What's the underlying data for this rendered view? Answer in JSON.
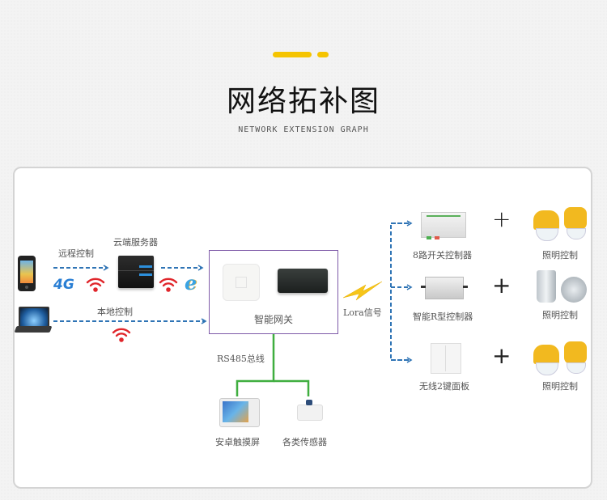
{
  "header": {
    "title": "网络拓补图",
    "subtitle": "NETWORK EXTENSION GRAPH",
    "accent_color": "#f5c400"
  },
  "left": {
    "phone_icon": "smartphone-icon",
    "laptop_icon": "laptop-icon",
    "remote_label": "远程控制",
    "cloud_label": "云端服务器",
    "local_label": "本地控制",
    "badge_4g": "4G",
    "ie_letter": "e"
  },
  "gateway": {
    "label": "智能网关",
    "border_color": "#7e5aa8"
  },
  "lora": {
    "label": "Lora信号"
  },
  "bus": {
    "label": "RS485总线",
    "color": "#3fae3f",
    "devices": [
      {
        "label": "安卓触摸屏",
        "icon": "touch-screen-icon"
      },
      {
        "label": "各类传感器",
        "icon": "sensor-icon"
      }
    ]
  },
  "controllers": [
    {
      "label": "8路开关控制器",
      "icon": "switch-controller-icon",
      "plus": "+",
      "light_label": "照明控制",
      "light_icon": "yellow-lamp-icon"
    },
    {
      "label": "智能R型控制器",
      "icon": "r-controller-icon",
      "plus": "+",
      "light_label": "照明控制",
      "light_icon": "silver-lamp-icon"
    },
    {
      "label": "无线2键面板",
      "icon": "wall-switch-icon",
      "plus": "+",
      "light_label": "照明控制",
      "light_icon": "yellow-lamp-icon"
    }
  ],
  "colors": {
    "dash_line": "#2f74b5",
    "wifi": "#e0262b"
  }
}
